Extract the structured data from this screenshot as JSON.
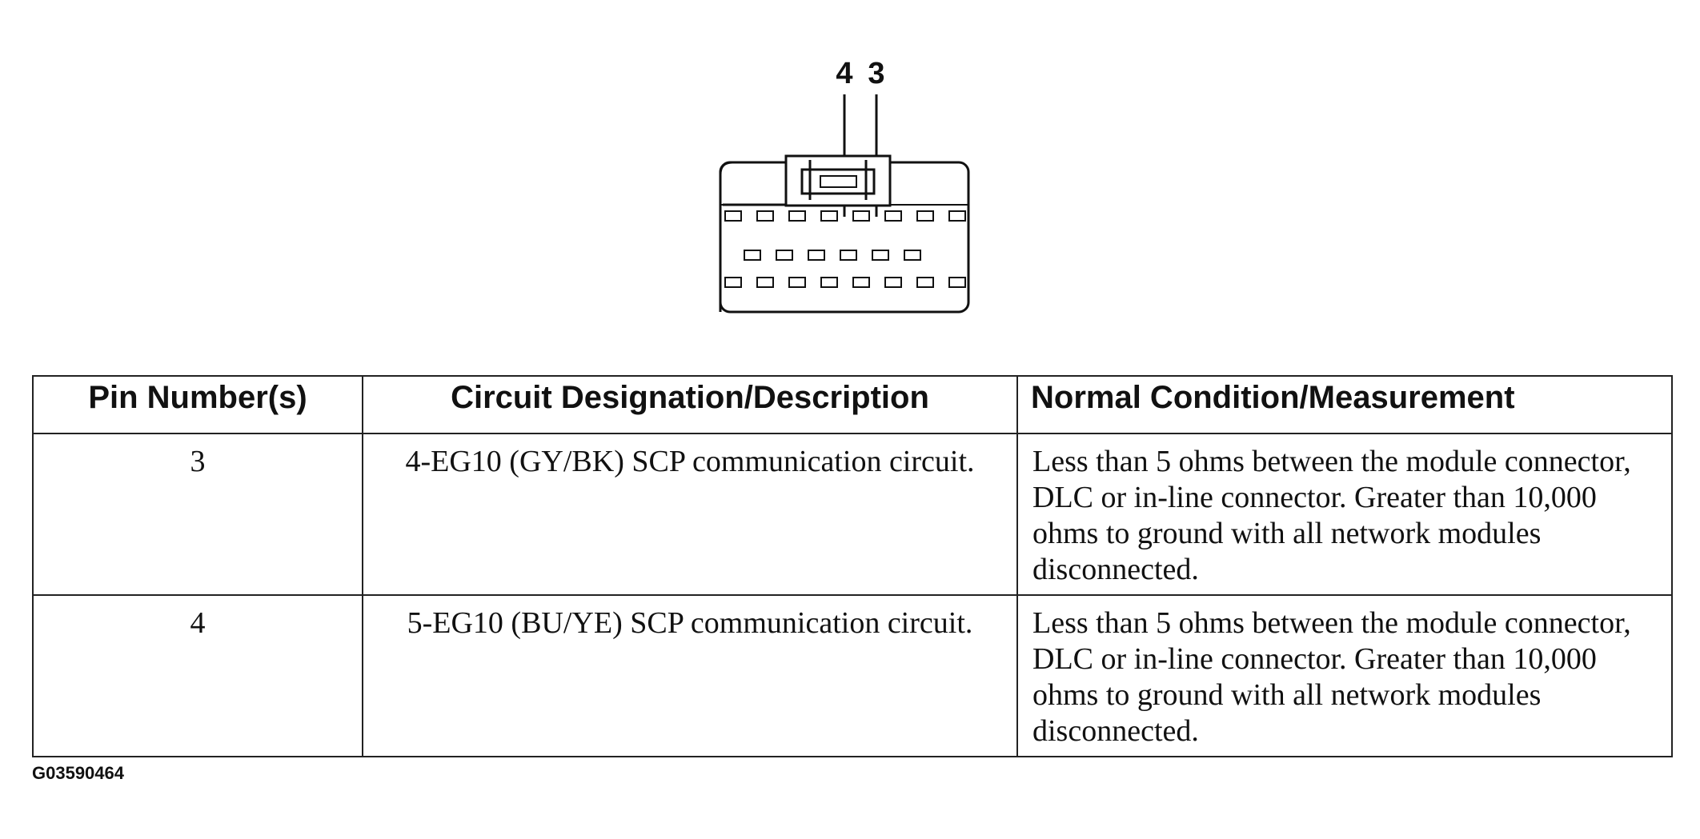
{
  "connector": {
    "pin_labels": [
      "4",
      "3"
    ]
  },
  "table": {
    "headers": {
      "pin": "Pin Number(s)",
      "description": "Circuit Designation/Description",
      "condition": "Normal Condition/Measurement"
    },
    "rows": [
      {
        "pin": "3",
        "description": "4-EG10 (GY/BK) SCP communication circuit.",
        "condition": "Less than 5 ohms between the module connector, DLC or in-line connector. Greater than 10,000 ohms to ground with all network modules disconnected."
      },
      {
        "pin": "4",
        "description": "5-EG10 (BU/YE) SCP communication circuit.",
        "condition": "Less than 5 ohms between the module connector, DLC or in-line connector. Greater than 10,000 ohms to ground with all network modules disconnected."
      }
    ]
  },
  "figure_id": "G03590464"
}
